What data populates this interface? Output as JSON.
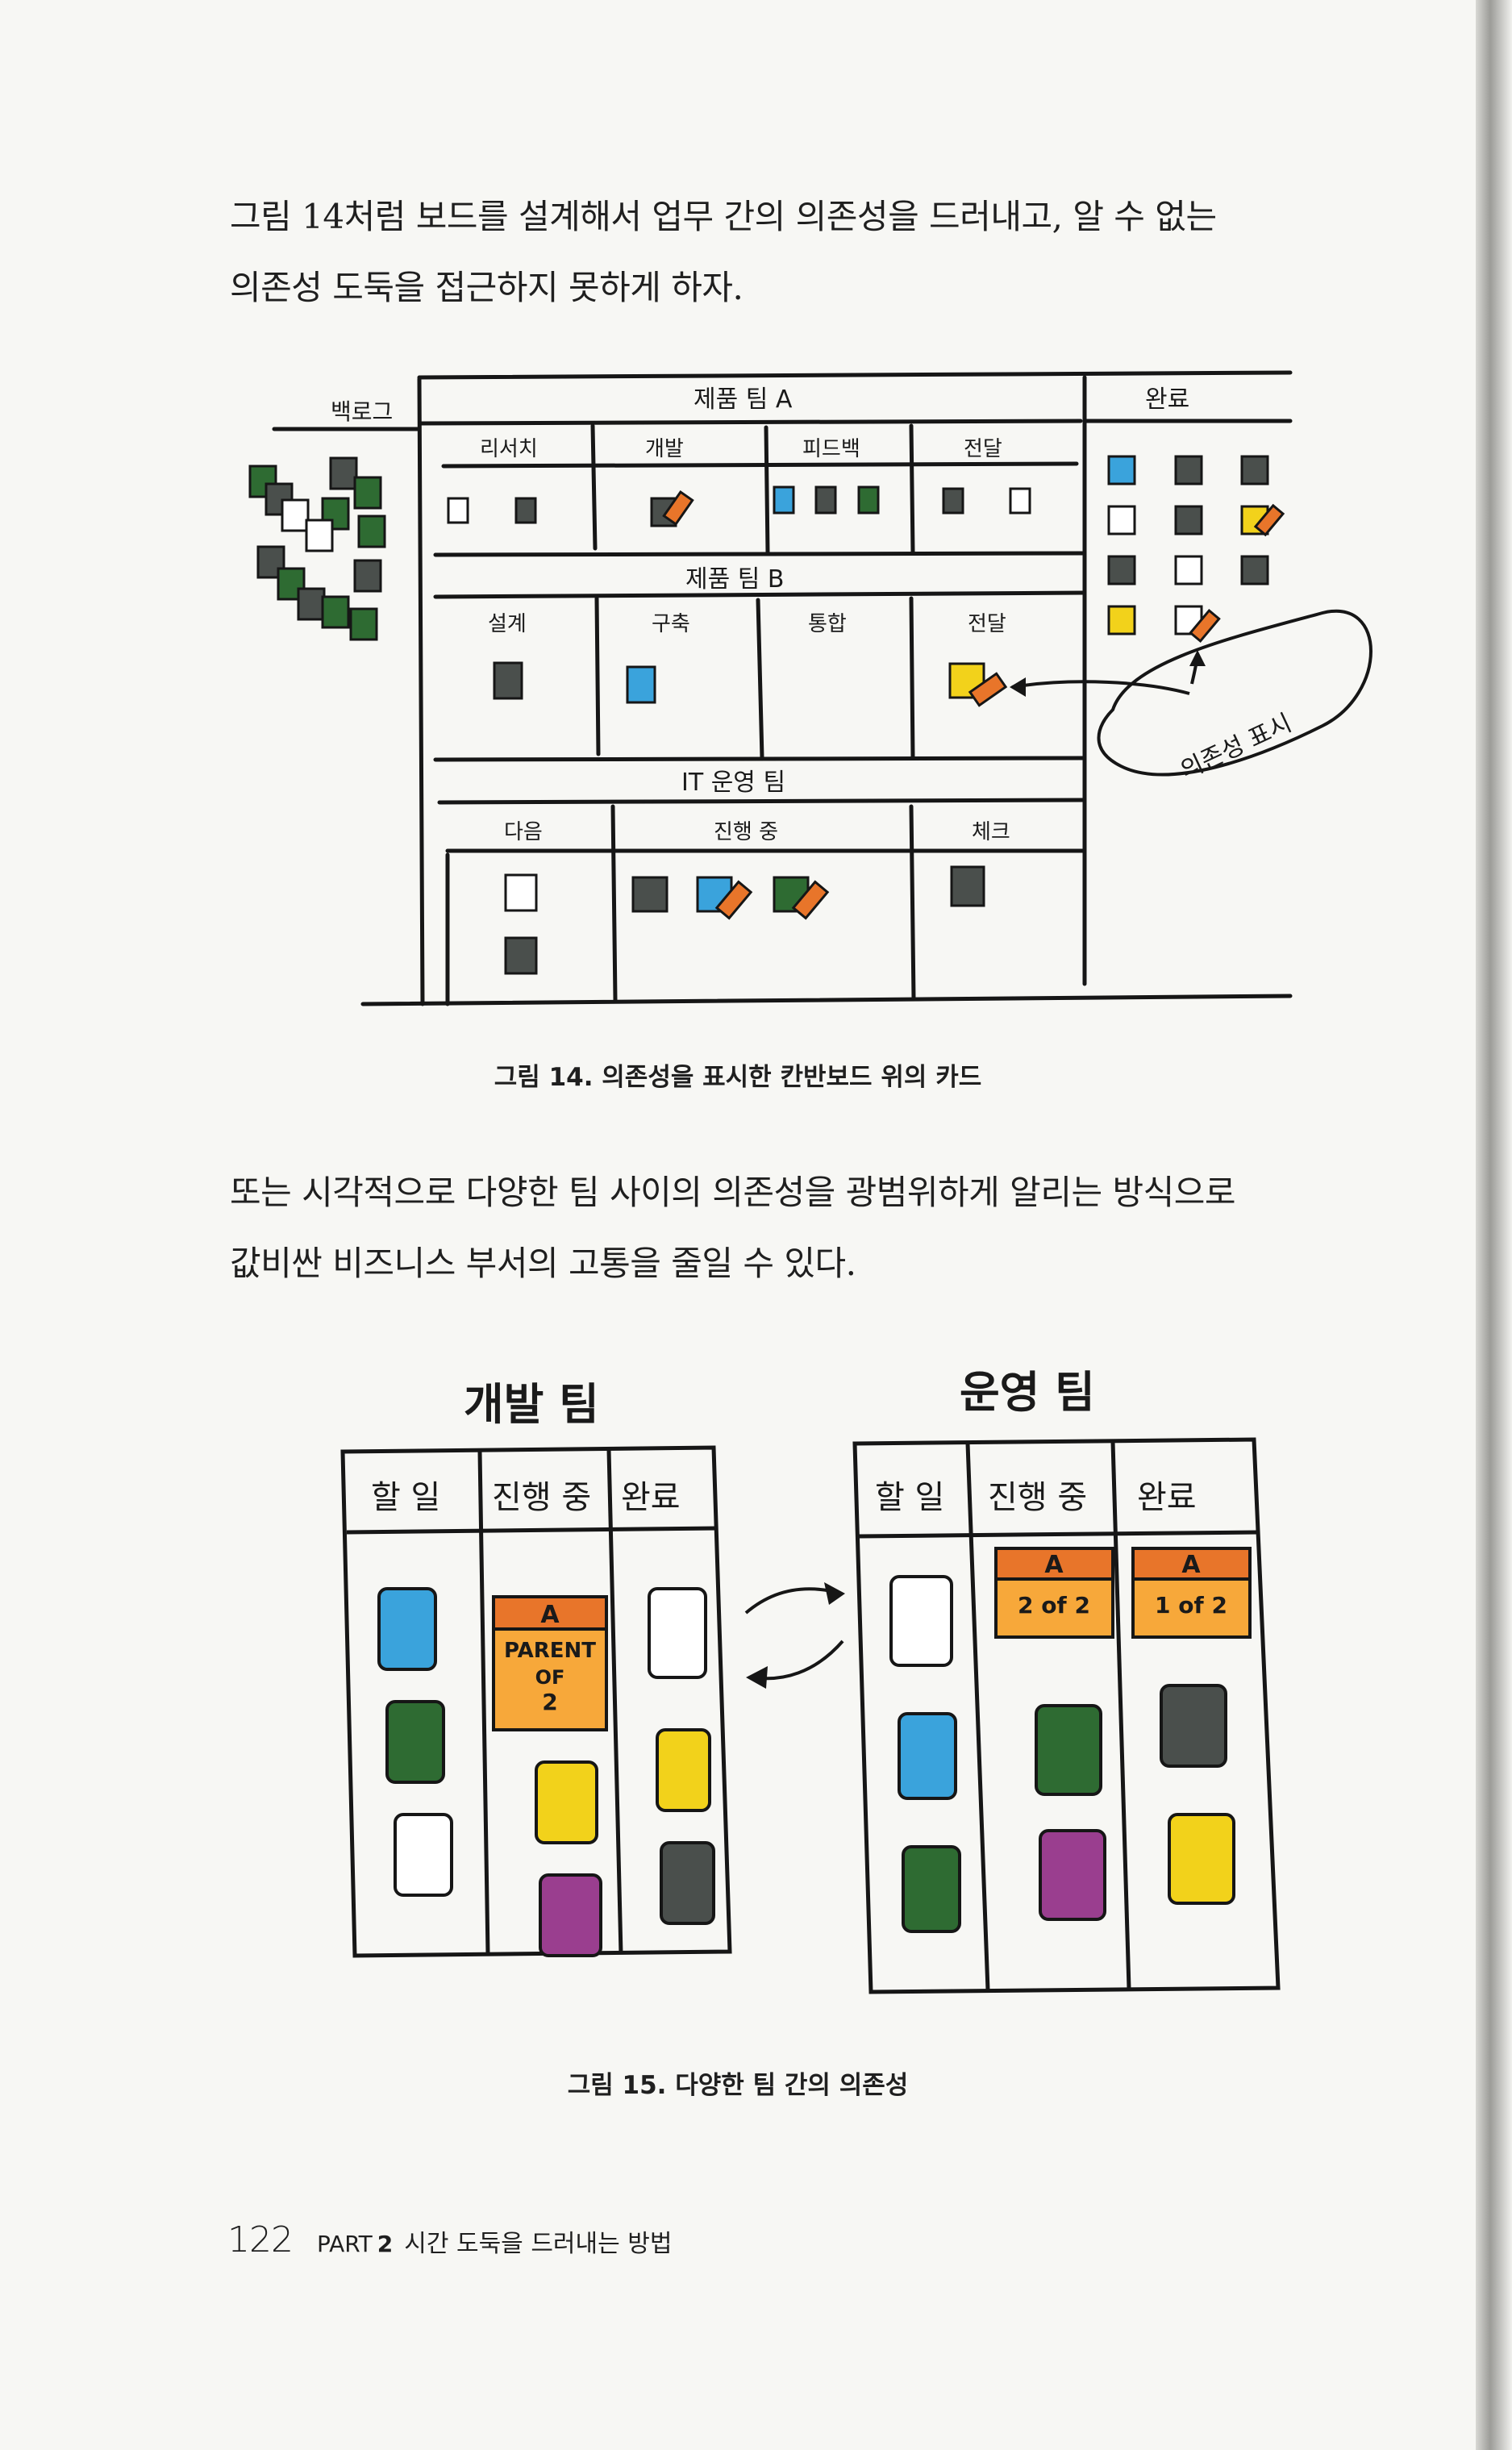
{
  "body": {
    "para1_line1": "그림 14처럼 보드를 설계해서 업무 간의 의존성을 드러내고, 알 수 없는",
    "para1_line2": "의존성 도둑을 접근하지 못하게 하자.",
    "para2_line1": "또는 시각적으로 다양한 팀 사이의 의존성을 광범위하게 알리는 방식으로",
    "para2_line2": "값비싼 비즈니스 부서의 고통을 줄일 수 있다."
  },
  "figure14": {
    "caption": "그림 14. 의존성을 표시한 칸반보드 위의 카드",
    "backlog": "백로그",
    "team_a": {
      "title": "제품 팀 A",
      "columns": [
        "리서치",
        "개발",
        "피드백",
        "전달"
      ]
    },
    "team_b": {
      "title": "제품 팀 B",
      "columns": [
        "설계",
        "구축",
        "통합",
        "전달"
      ]
    },
    "it_ops": {
      "title": "IT 운영 팀",
      "columns": [
        "다음",
        "진행 중",
        "체크"
      ]
    },
    "done": "완료",
    "dependency_note": "의존성 표시"
  },
  "figure15": {
    "caption": "그림 15. 다양한 팀 간의 의존성",
    "dev_team": {
      "title": "개발 팀",
      "columns": [
        "할 일",
        "진행 중",
        "완료"
      ],
      "parent_card": {
        "tag": "A",
        "text_line1": "PARENT",
        "text_line2": "OF",
        "text_line3": "2"
      }
    },
    "ops_team": {
      "title": "운영 팀",
      "columns": [
        "할 일",
        "진행 중",
        "완료"
      ],
      "child_cards": [
        {
          "tag": "A",
          "text": "2 of 2"
        },
        {
          "tag": "A",
          "text": "1 of 2"
        }
      ]
    }
  },
  "colors": {
    "green": "#2e6b32",
    "dark_gray": "#4a4f4c",
    "blue": "#3aa3dc",
    "orange": "#e8752a",
    "yellow": "#f2d21b",
    "purple": "#9a3e8f",
    "light_orange": "#f7a83a"
  },
  "footer": {
    "page_number": "122",
    "part_label": "PART",
    "part_number": "2",
    "section_title": "시간 도둑을 드러내는 방법"
  }
}
